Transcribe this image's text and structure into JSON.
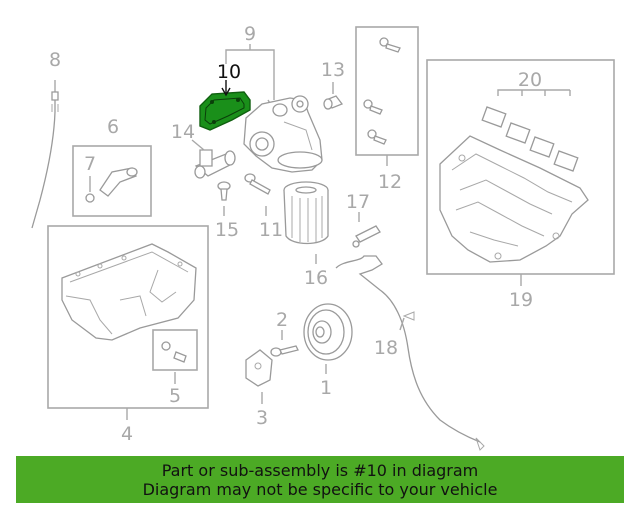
{
  "highlight_color": "#1a8f1a",
  "banner_color": "#4caa25",
  "callouts": [
    "1",
    "2",
    "3",
    "4",
    "5",
    "7",
    "8",
    "9",
    "10",
    "11",
    "12",
    "13",
    "14",
    "15",
    "16",
    "17",
    "18",
    "19",
    "20"
  ],
  "highlighted_callout": "10",
  "banner": {
    "line1": "Part or sub-assembly is #10 in diagram",
    "line2": "Diagram may not be specific to your vehicle"
  }
}
